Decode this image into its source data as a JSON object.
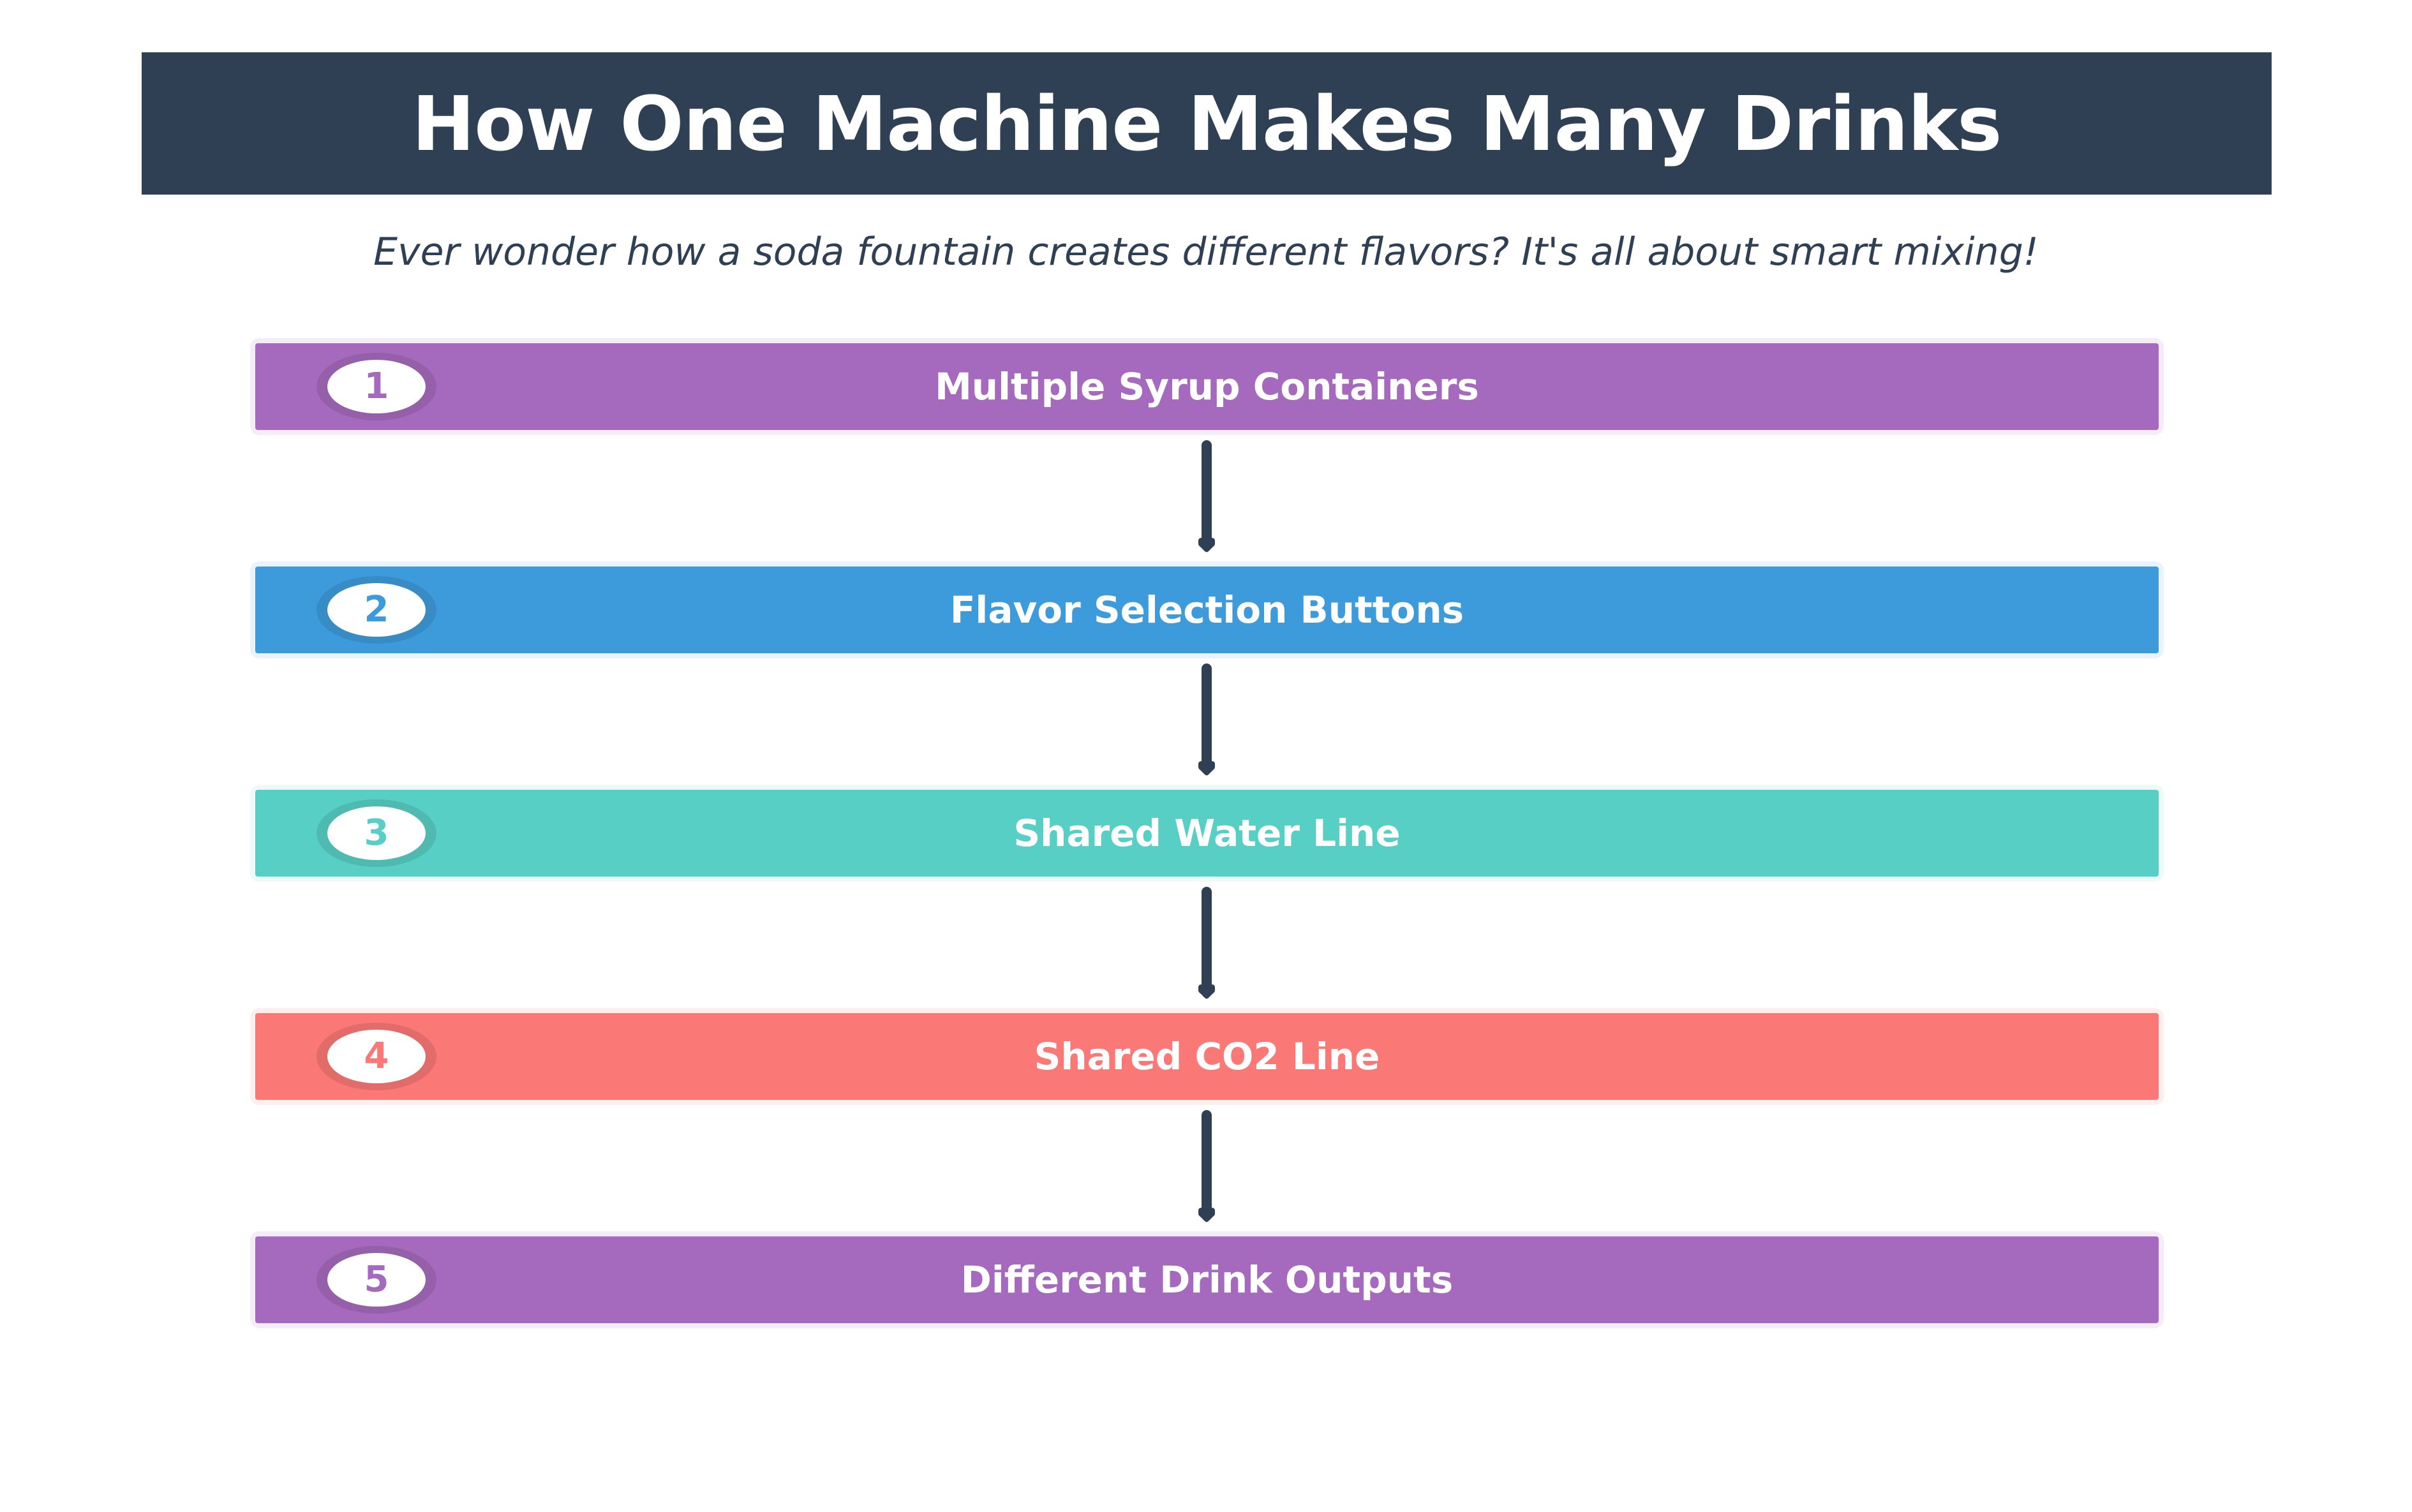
{
  "header": {
    "title": "How One Machine Makes Many Drinks",
    "background_color": "#2F4055",
    "text_color": "#FFFFFF"
  },
  "subtitle": {
    "text": "Ever wonder how a soda fountain creates different flavors? It's all about smart mixing!",
    "color": "#2F4055"
  },
  "connector": {
    "color": "#2F4055",
    "arrow_icon": "arrow-down-icon"
  },
  "flow": {
    "steps": [
      {
        "number": "1",
        "label": "Multiple Syrup Containers",
        "color": "#A569BD",
        "halo_color": "#F4ECF7"
      },
      {
        "number": "2",
        "label": "Flavor Selection Buttons",
        "color": "#3E9BDB",
        "halo_color": "#E9F3FB"
      },
      {
        "number": "3",
        "label": "Shared Water Line",
        "color": "#58CFC4",
        "halo_color": "#EDFAF8"
      },
      {
        "number": "4",
        "label": "Shared CO2 Line",
        "color": "#FA7876",
        "halo_color": "#FEEFEF"
      },
      {
        "number": "5",
        "label": "Different Drink Outputs",
        "color": "#A569BD",
        "halo_color": "#F4ECF7"
      }
    ]
  }
}
